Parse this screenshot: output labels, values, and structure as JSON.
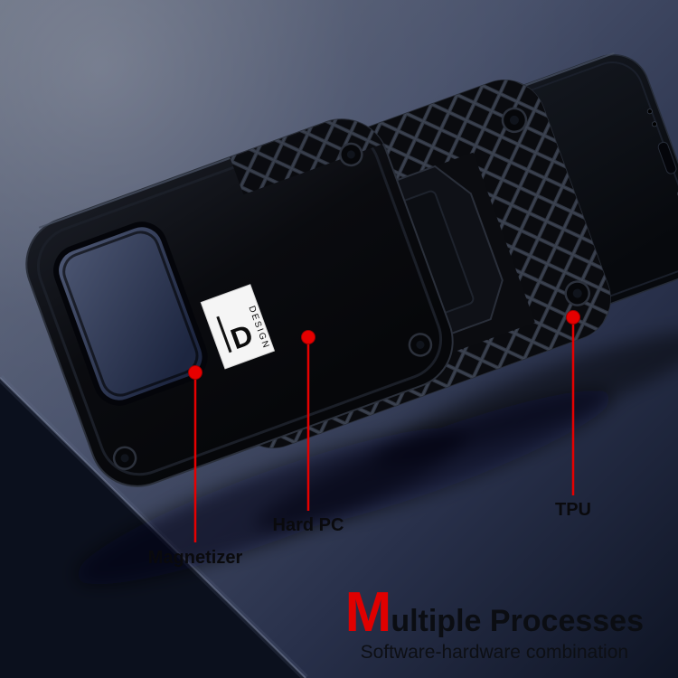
{
  "scene": {
    "callouts": [
      {
        "id": "magnetizer",
        "label": "Magnetizer"
      },
      {
        "id": "hard-pc",
        "label": "Hard PC"
      },
      {
        "id": "tpu",
        "label": "TPU"
      }
    ],
    "logo": {
      "letter": "D",
      "text": "DESIGN"
    },
    "title": {
      "lead": "M",
      "rest": "ultiple Processes",
      "subtitle": "Software-hardware combination"
    },
    "colors": {
      "accent_red": "#e60000",
      "case_black": "#0b0c10",
      "background_light": "#5f6679",
      "background_dark": "#0e1424",
      "label_text": "#0a0a0d",
      "logo_background": "#f5f5f5"
    }
  }
}
